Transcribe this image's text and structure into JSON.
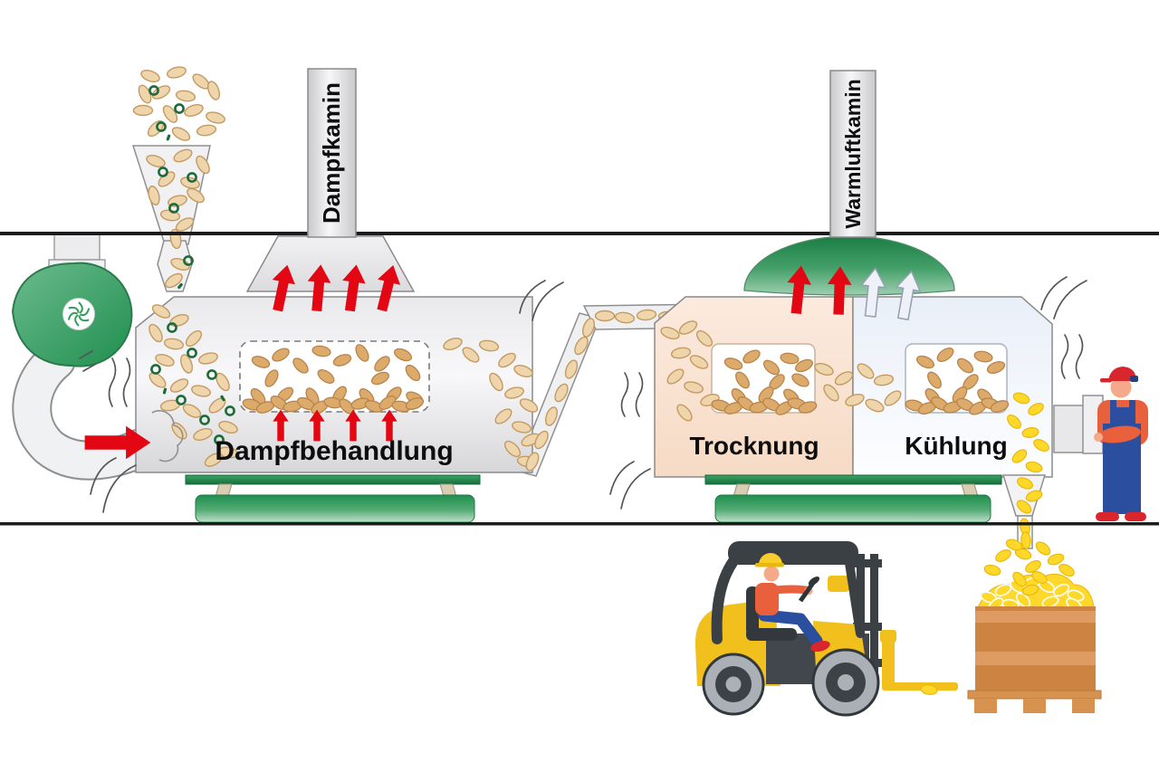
{
  "diagram": {
    "labels": {
      "steam_chimney": "Dampfkamin",
      "warm_air_chimney": "Warmluftkamin",
      "steam_treatment": "Dampfbehandlung",
      "drying": "Trocknung",
      "cooling": "Kühlung"
    },
    "colors": {
      "accent_green": "#2f9e58",
      "arrow_red": "#e30613",
      "grain_tan": "#eed5ac",
      "grain_gold": "#dcab6b",
      "grain_yellow": "#ffd829",
      "husk_green": "#1c6b38",
      "machine_gray": "#ececee",
      "drying_peach": "#fae3d2",
      "cooling_white": "#eef3fa",
      "crate_brown": "#cd8443",
      "forklift_yellow": "#f2c01d",
      "worker_blue": "#2b4f9e",
      "worker_orange": "#e8603c"
    }
  }
}
